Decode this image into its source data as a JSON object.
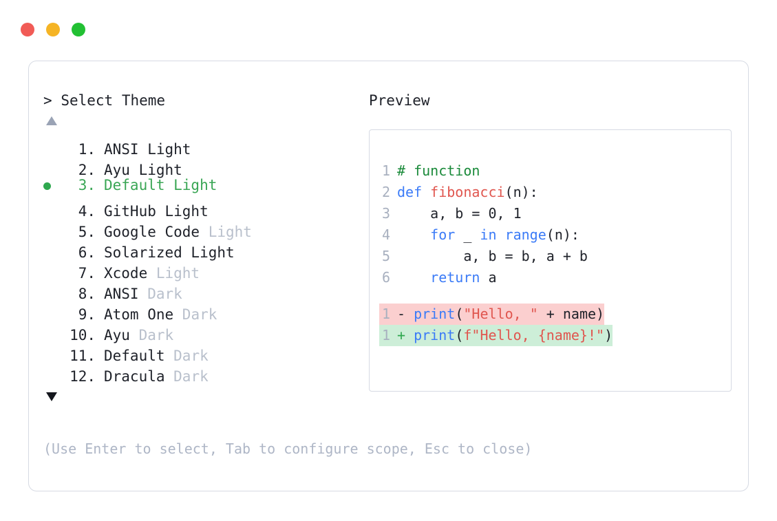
{
  "window": {
    "dots": [
      {
        "name": "close",
        "color": "#F15B56"
      },
      {
        "name": "minimize",
        "color": "#F5B425"
      },
      {
        "name": "maximize",
        "color": "#22C033"
      }
    ]
  },
  "prompt": {
    "caret": ">",
    "title": "Select Theme",
    "scroll_up": "▲",
    "scroll_down": "▼",
    "selected_index": 3,
    "bullet": "●",
    "items": [
      {
        "index": "1.",
        "name": "ANSI Light",
        "tag": "",
        "selected": false
      },
      {
        "index": "2.",
        "name": "Ayu Light",
        "tag": "",
        "selected": false
      },
      {
        "index": "3.",
        "name": "Default Light",
        "tag": "",
        "selected": true
      },
      {
        "index": "4.",
        "name": "GitHub Light",
        "tag": "",
        "selected": false
      },
      {
        "index": "5.",
        "name": "Google Code",
        "tag": "Light",
        "selected": false
      },
      {
        "index": "6.",
        "name": "Solarized Light",
        "tag": "",
        "selected": false
      },
      {
        "index": "7.",
        "name": "Xcode",
        "tag": "Light",
        "selected": false
      },
      {
        "index": "8.",
        "name": "ANSI",
        "tag": "Dark",
        "selected": false
      },
      {
        "index": "9.",
        "name": "Atom One",
        "tag": "Dark",
        "selected": false
      },
      {
        "index": "10.",
        "name": "Ayu",
        "tag": "Dark",
        "selected": false
      },
      {
        "index": "11.",
        "name": "Default",
        "tag": "Dark",
        "selected": false
      },
      {
        "index": "12.",
        "name": "Dracula",
        "tag": "Dark",
        "selected": false
      }
    ],
    "help": "(Use Enter to select, Tab to configure scope, Esc to close)"
  },
  "preview": {
    "title": "Preview",
    "code_lines": [
      {
        "lineno": "1",
        "tokens": [
          {
            "text": "# function",
            "type": "comment"
          }
        ]
      },
      {
        "lineno": "2",
        "tokens": [
          {
            "text": "def ",
            "type": "kw"
          },
          {
            "text": "fibonacci",
            "type": "fn"
          },
          {
            "text": "(n):",
            "type": "plain"
          }
        ]
      },
      {
        "lineno": "3",
        "tokens": [
          {
            "text": "    a, b = 0, 1",
            "type": "plain"
          }
        ]
      },
      {
        "lineno": "4",
        "tokens": [
          {
            "text": "    ",
            "type": "plain"
          },
          {
            "text": "for",
            "type": "kw"
          },
          {
            "text": " _ ",
            "type": "plain"
          },
          {
            "text": "in",
            "type": "kw"
          },
          {
            "text": " ",
            "type": "plain"
          },
          {
            "text": "range",
            "type": "builtin"
          },
          {
            "text": "(n):",
            "type": "plain"
          }
        ]
      },
      {
        "lineno": "5",
        "tokens": [
          {
            "text": "        a, b = b, a + b",
            "type": "plain"
          }
        ]
      },
      {
        "lineno": "6",
        "tokens": [
          {
            "text": "    ",
            "type": "plain"
          },
          {
            "text": "return",
            "type": "kw"
          },
          {
            "text": " a",
            "type": "plain"
          }
        ]
      }
    ],
    "diff_lines": [
      {
        "kind": "removed",
        "lineno": "1",
        "sign": "-",
        "tokens": [
          {
            "text": "print",
            "type": "builtin"
          },
          {
            "text": "(",
            "type": "plain"
          },
          {
            "text": "\"Hello, \"",
            "type": "str"
          },
          {
            "text": " + name)",
            "type": "plain"
          }
        ]
      },
      {
        "kind": "added",
        "lineno": "1",
        "sign": "+",
        "tokens": [
          {
            "text": "print",
            "type": "builtin"
          },
          {
            "text": "(",
            "type": "plain"
          },
          {
            "text": "f\"Hello, {name}!\"",
            "type": "str"
          },
          {
            "text": ")",
            "type": "plain"
          }
        ]
      }
    ]
  },
  "colors": {
    "accent_green": "#3aa655",
    "muted": "#b9c0cc",
    "border": "#d6dae3",
    "diff_removed_bg": "#fbcfcf",
    "diff_added_bg": "#cdeed8",
    "keyword": "#3b7bf7",
    "string": "#e0564f",
    "comment": "#1a8a3a"
  }
}
